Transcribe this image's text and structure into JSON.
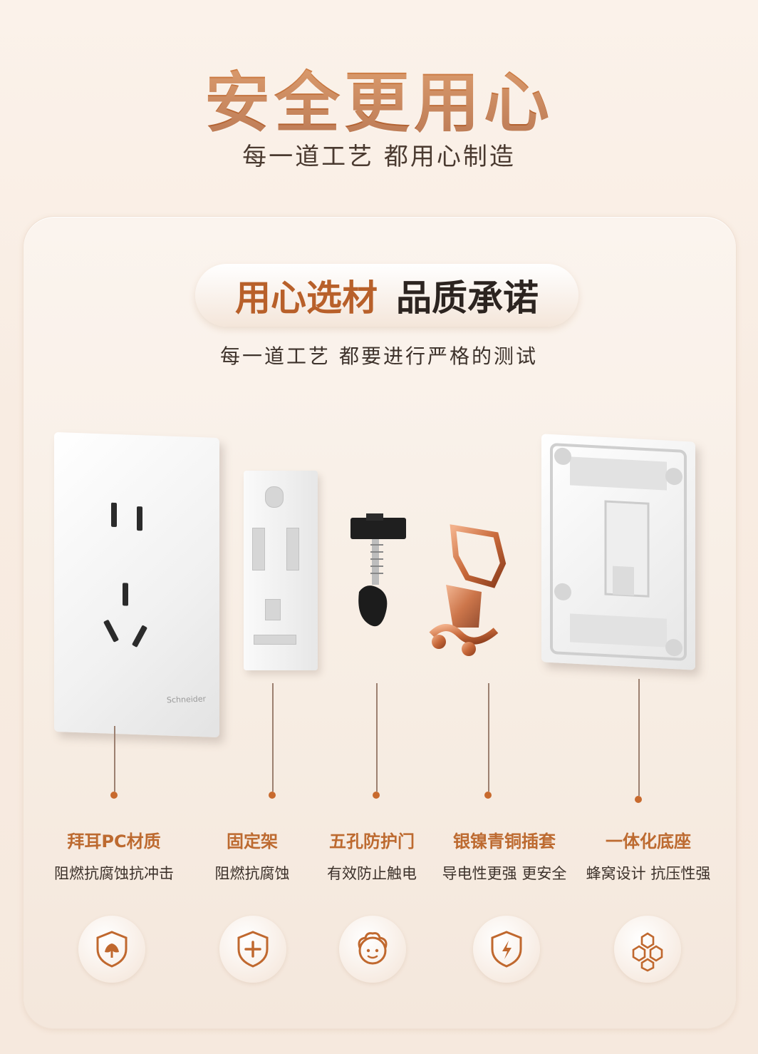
{
  "hero": {
    "title": "安全更用心",
    "subtitle": "每一道工艺 都用心制造"
  },
  "section": {
    "pill_left": "用心选材",
    "pill_right": "品质承诺",
    "subtitle": "每一道工艺  都要进行严格的测试"
  },
  "product": {
    "brand": "Schneider"
  },
  "features": [
    {
      "title": "拜耳PC材质",
      "desc": "阻燃抗腐蚀抗冲击",
      "icon": "leaf-shield-icon"
    },
    {
      "title": "固定架",
      "desc": "阻燃抗腐蚀",
      "icon": "plus-shield-icon"
    },
    {
      "title": "五孔防护门",
      "desc": "有效防止触电",
      "icon": "child-face-icon"
    },
    {
      "title": "银镍青铜插套",
      "desc": "导电性更强 更安全",
      "icon": "lightning-shield-icon"
    },
    {
      "title": "一体化底座",
      "desc": "蜂窝设计 抗压性强",
      "icon": "honeycomb-icon"
    }
  ],
  "colors": {
    "accent": "#bd6a30",
    "text": "#3d322b"
  }
}
